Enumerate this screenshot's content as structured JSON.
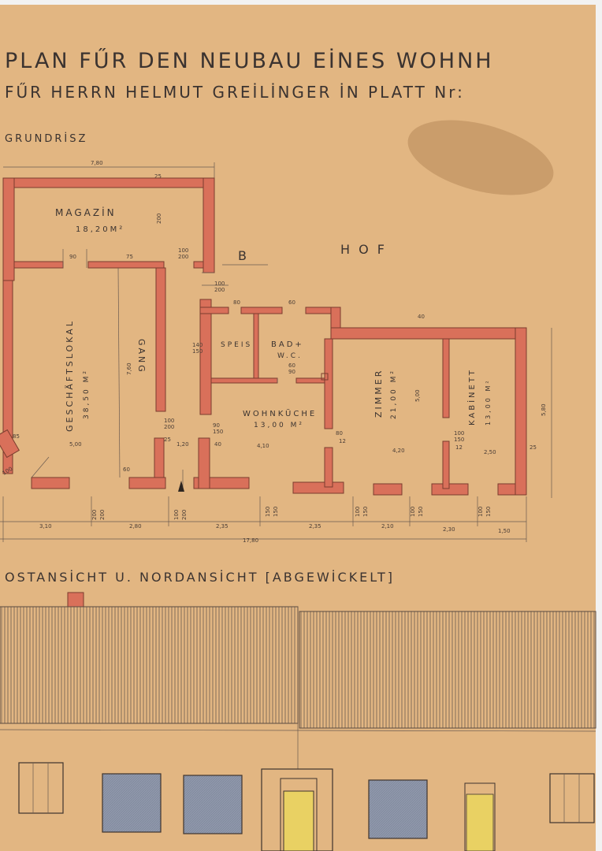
{
  "title": {
    "line1": "PLAN FŰR DEN NEUBAU EİNES WOHNH",
    "line2": "FŰR HERRN HELMUT GREİLİNGER İN PLATT Nr:"
  },
  "section_labels": {
    "grundriss": "GRUNDRİSZ",
    "elevation": "OSTANSİCHT U. NORDANSİCHT [ABGEWİCKELT]"
  },
  "courtyard": {
    "marker": "B",
    "label": "H O F"
  },
  "rooms": {
    "magazin": {
      "name": "MAGAZİN",
      "area": "18,20M²"
    },
    "geschaeftslokal": {
      "name": "GESCHÄFTSLOKAL",
      "area": "38,50 M²"
    },
    "gang": {
      "name": "GANG"
    },
    "speis": {
      "name": "SPEIS"
    },
    "bad_line1": "BAD+",
    "bad_line2": "W.C.",
    "wohnkueche": {
      "name": "WOHNKÜCHE",
      "area": "13,00 M²"
    },
    "zimmer": {
      "name": "ZIMMER",
      "area": "21,00 M²"
    },
    "kabinett": {
      "name": "KABİNETT",
      "area": "13,00 M²"
    }
  },
  "dimensions": {
    "top_width": "7,80",
    "left_height": "7,60",
    "geschaeft_width": "5,00",
    "wohn_width": "4,10",
    "zimmer_width": "4,20",
    "kabinett_width": "2,50",
    "zimmer_height": "5,00",
    "right_height": "5,80",
    "gang_width": "1,20",
    "total_length": "17,80",
    "wall_thickness": "25",
    "wall_thickness_b": "40",
    "opening_a": "90",
    "opening_b": "100",
    "opening_c": "200",
    "opening_d": "150",
    "opening_e": "80",
    "opening_f": "12",
    "opening_g": "60",
    "stair": "40",
    "bottom_segments": [
      "3,10",
      "2,80",
      "2,35",
      "2,35",
      "2,10",
      "2,30",
      "1,50"
    ],
    "bottom_openings": [
      "200",
      "200",
      "100",
      "200",
      "150",
      "150",
      "100",
      "150",
      "100",
      "150",
      "100",
      "150"
    ],
    "magazin_openings": [
      "100",
      "200",
      "75"
    ],
    "passage_openings": [
      "100",
      "200"
    ],
    "speis_opening": [
      "140",
      "150"
    ],
    "bad_opening": [
      "60",
      "90"
    ],
    "door_wohn": [
      "90",
      "150"
    ],
    "left_corner": [
      "100",
      "200"
    ],
    "bottom_small": [
      "60",
      "85"
    ]
  },
  "colors": {
    "paper": "#e2b682",
    "walls": "#d9705a",
    "roof_lines": "#6b5a50",
    "window_blue": "#8a93a6",
    "door_yellow": "#e9d163"
  }
}
